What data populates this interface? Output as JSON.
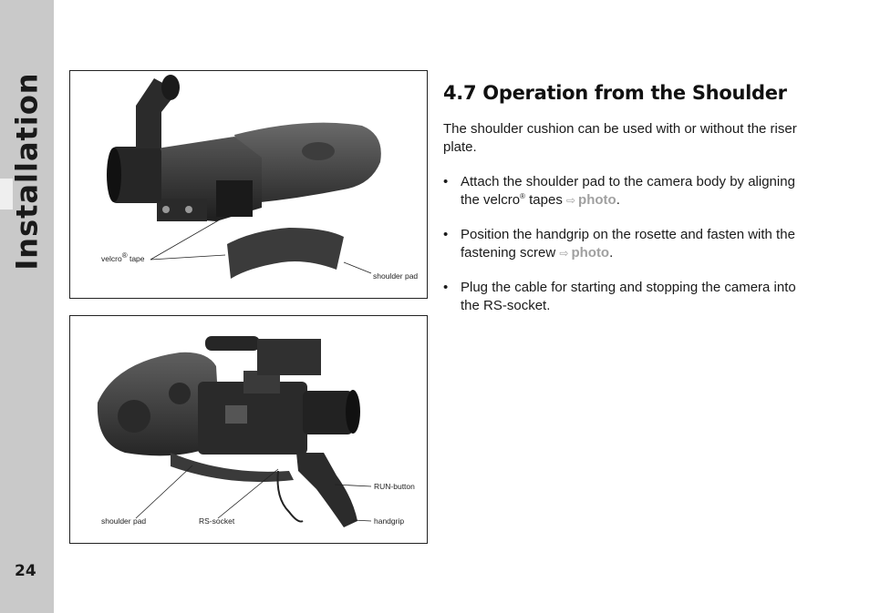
{
  "sidebar": {
    "title": "Installation",
    "page_number": "24"
  },
  "photos": {
    "top": {
      "labels": {
        "velcro_prefix": "velcro",
        "velcro_reg": "®",
        "velcro_suffix": " tape",
        "shoulder_pad": "shoulder pad"
      }
    },
    "bottom": {
      "labels": {
        "run_button": "RUN-button",
        "shoulder_pad": "shoulder pad",
        "rs_socket": "RS-socket",
        "handgrip": "handgrip"
      }
    }
  },
  "section": {
    "heading": "4.7 Operation from the Shoulder",
    "intro": "The shoulder cushion can be used with or without the riser plate.",
    "bullet_symbol": "•",
    "ref_arrow_icon": "arrow-right-outline",
    "bullets": [
      {
        "before": "Attach the shoulder pad to the camera body by aligning the velcro",
        "reg": "®",
        "middle": " tapes ",
        "ref_text": "photo",
        "after": "."
      },
      {
        "before": "Position the handgrip on the rosette and fasten with the fastening screw ",
        "ref_text": "photo",
        "after": "."
      },
      {
        "text": "Plug the cable for starting and stopping the camera into the RS-socket."
      }
    ]
  },
  "colors": {
    "sidebar": "#c9c9c9",
    "reference": "#a0a0a0",
    "text": "#1a1a1a"
  }
}
